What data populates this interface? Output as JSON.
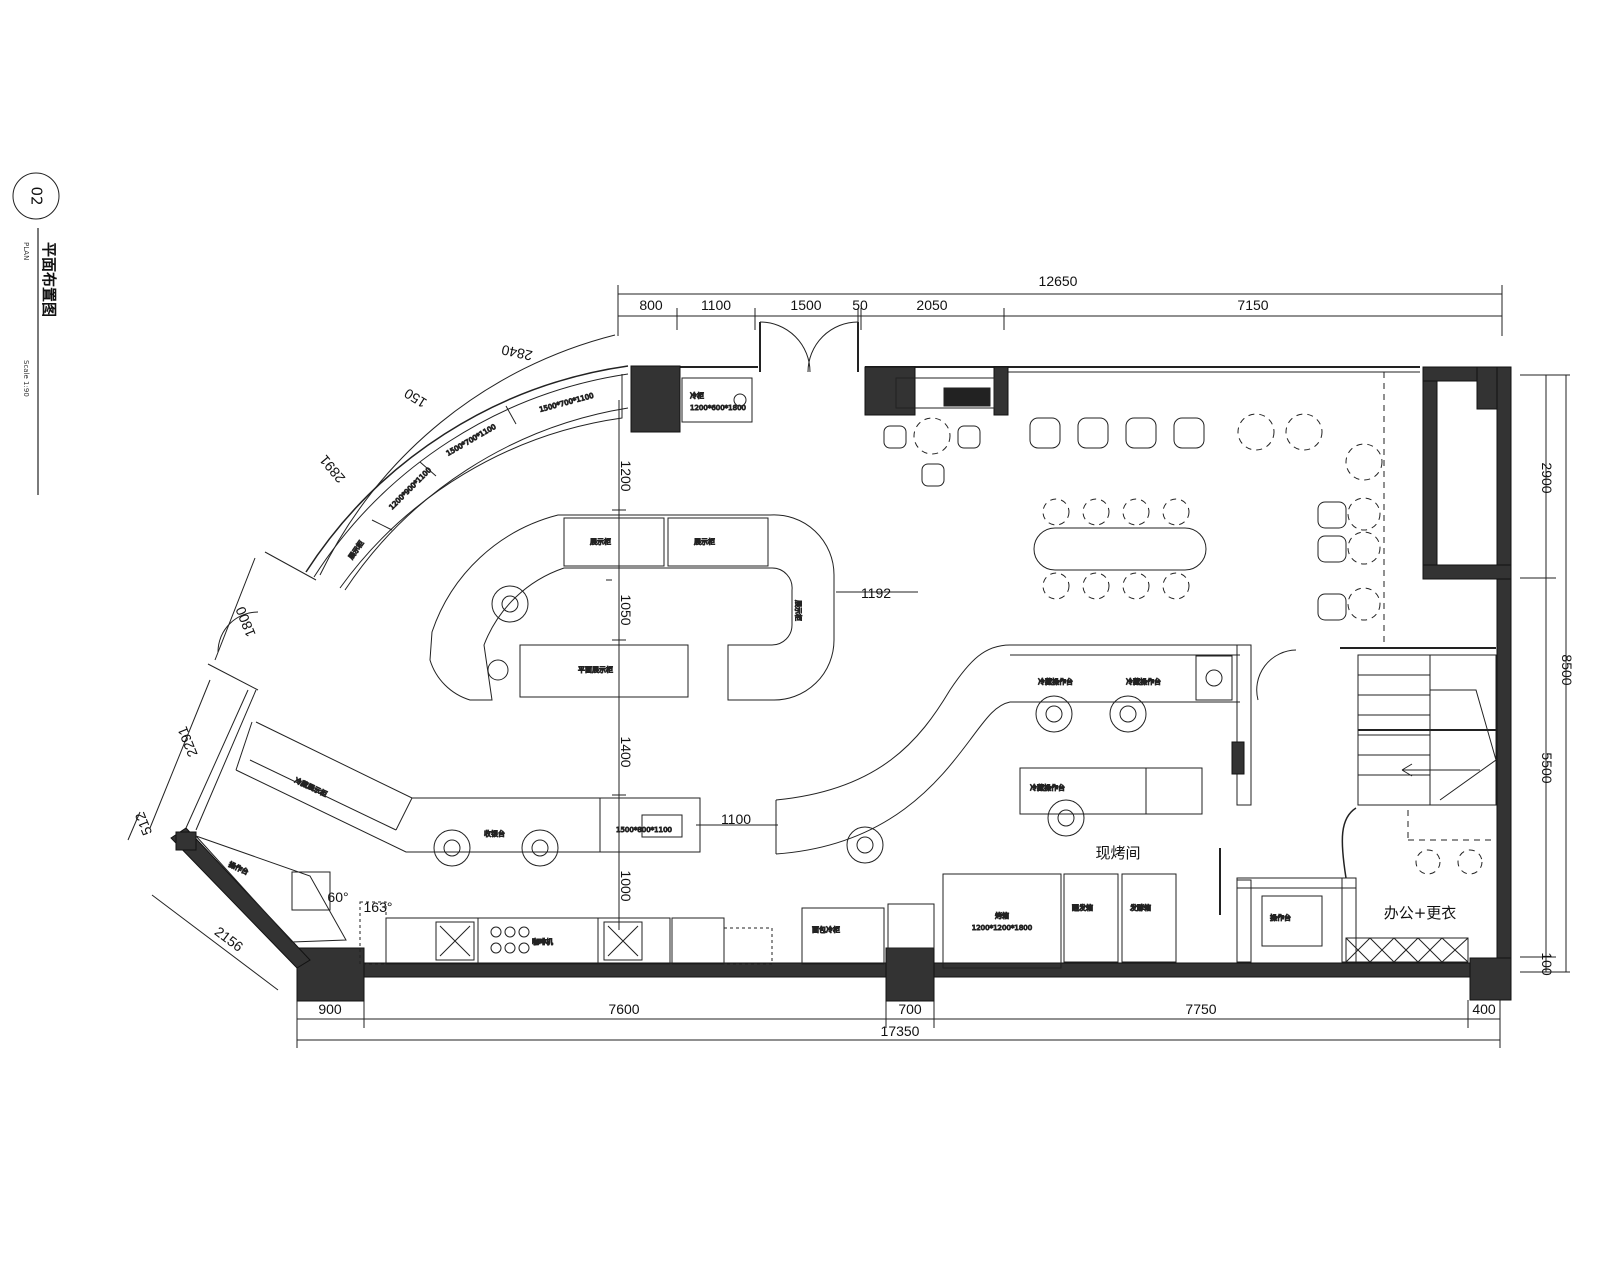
{
  "title_block": {
    "number": "02",
    "title": "平面布置图",
    "subtitle": "PLAN",
    "scale": "Scale 1:90"
  },
  "dimensions": {
    "top_total": "12650",
    "top_segments": [
      "800",
      "1100",
      "1500",
      "50",
      "2050",
      "7150"
    ],
    "bottom_total": "17350",
    "bottom_segments": [
      "900",
      "7600",
      "700",
      "7750",
      "400"
    ],
    "right_total": "8500",
    "right_segments": [
      "2900",
      "5500",
      "100"
    ],
    "center_vertical": [
      "1200",
      "1050",
      "1400",
      "1000"
    ],
    "horizontal_inner": [
      "1192",
      "1100"
    ],
    "diagonal": [
      "2840",
      "150",
      "2891",
      "1800",
      "2291",
      "512",
      "2156"
    ],
    "angles": [
      "60°",
      "163°"
    ]
  },
  "rooms": {
    "bake_room": "现烤间",
    "office": "办公+更衣"
  },
  "fixtures": {
    "oven": "烤箱",
    "counter_sign": "收银台"
  }
}
